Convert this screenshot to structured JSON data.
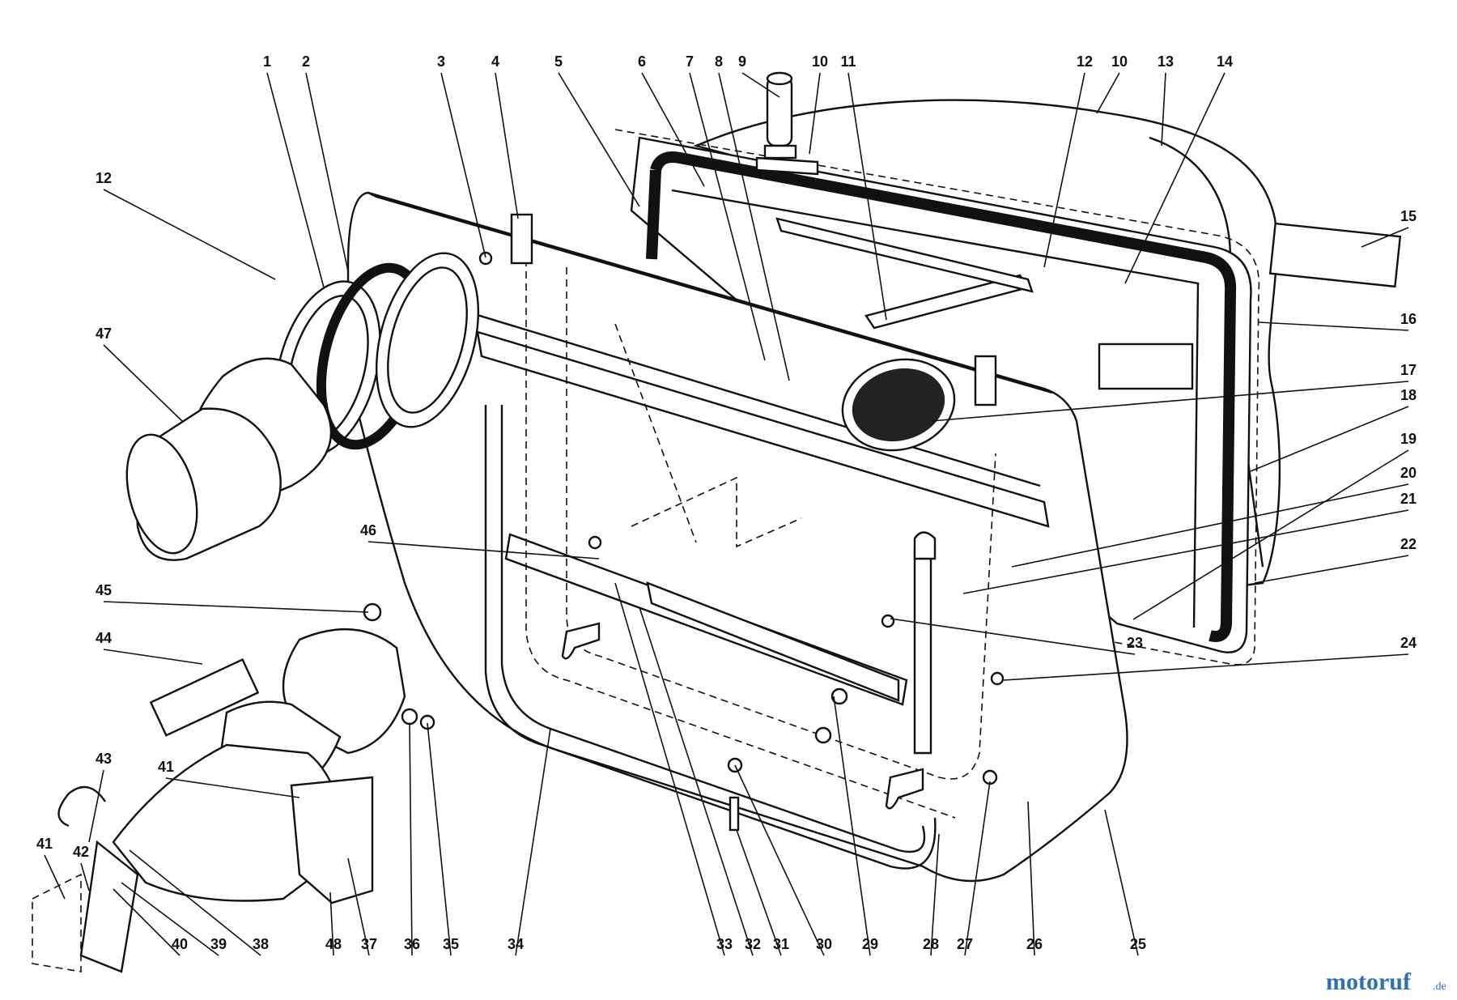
{
  "callouts": [
    {
      "label": "1"
    },
    {
      "label": "2"
    },
    {
      "label": "3"
    },
    {
      "label": "4"
    },
    {
      "label": "5"
    },
    {
      "label": "6"
    },
    {
      "label": "7"
    },
    {
      "label": "8"
    },
    {
      "label": "9"
    },
    {
      "label": "10"
    },
    {
      "label": "11"
    },
    {
      "label": "12"
    },
    {
      "label": "10"
    },
    {
      "label": "13"
    },
    {
      "label": "14"
    },
    {
      "label": "12"
    },
    {
      "label": "15"
    },
    {
      "label": "16"
    },
    {
      "label": "17"
    },
    {
      "label": "18"
    },
    {
      "label": "19"
    },
    {
      "label": "20"
    },
    {
      "label": "21"
    },
    {
      "label": "22"
    },
    {
      "label": "23"
    },
    {
      "label": "24"
    },
    {
      "label": "47"
    },
    {
      "label": "46"
    },
    {
      "label": "45"
    },
    {
      "label": "44"
    },
    {
      "label": "43"
    },
    {
      "label": "41"
    },
    {
      "label": "41"
    },
    {
      "label": "42"
    },
    {
      "label": "40"
    },
    {
      "label": "39"
    },
    {
      "label": "38"
    },
    {
      "label": "48"
    },
    {
      "label": "37"
    },
    {
      "label": "36"
    },
    {
      "label": "35"
    },
    {
      "label": "34"
    },
    {
      "label": "33"
    },
    {
      "label": "32"
    },
    {
      "label": "31"
    },
    {
      "label": "30"
    },
    {
      "label": "29"
    },
    {
      "label": "28"
    },
    {
      "label": "27"
    },
    {
      "label": "26"
    },
    {
      "label": "25"
    }
  ],
  "watermark": {
    "brand": "motoruf",
    "suffix": ".de"
  },
  "colors": {
    "ink": "#111111",
    "watermark": "#2f6fb3",
    "background": "#ffffff"
  }
}
